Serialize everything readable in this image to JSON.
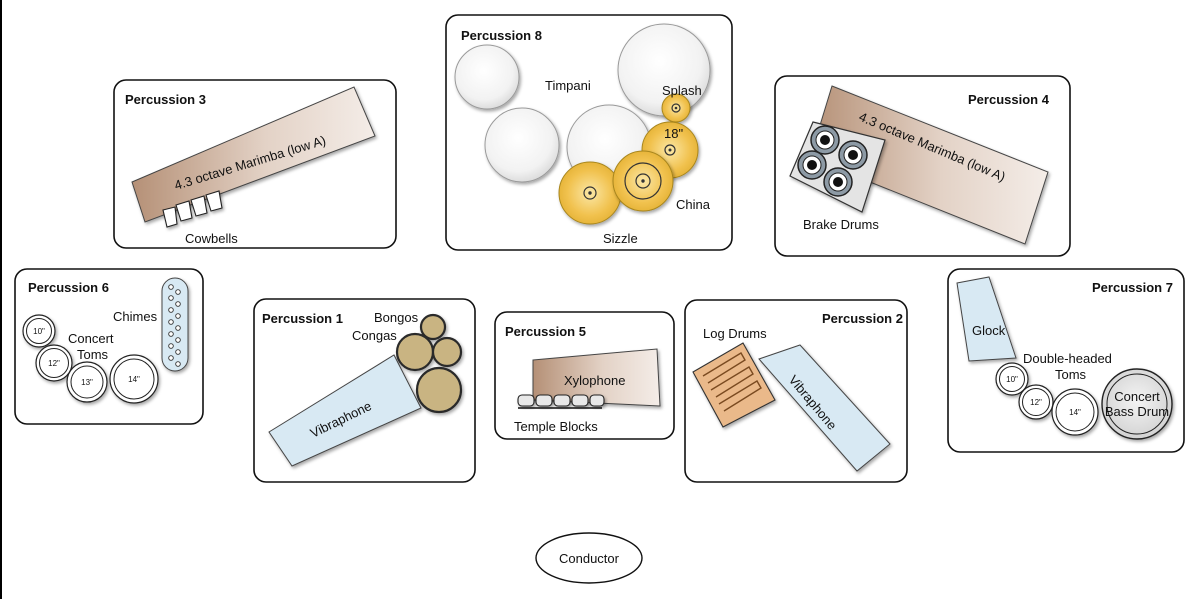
{
  "groups": {
    "p1": {
      "title": "Percussion 1",
      "vibraphone": "Vibraphone",
      "bongos": "Bongos",
      "congas": "Congas"
    },
    "p2": {
      "title": "Percussion 2",
      "log_drums": "Log Drums",
      "vibraphone": "Vibraphone"
    },
    "p3": {
      "title": "Percussion 3",
      "marimba": "4.3 octave Marimba (low A)",
      "cowbells": "Cowbells"
    },
    "p4": {
      "title": "Percussion 4",
      "marimba": "4.3 octave Marimba (low A)",
      "brake_drums": "Brake Drums"
    },
    "p5": {
      "title": "Percussion 5",
      "xylophone": "Xylophone",
      "temple_blocks": "Temple Blocks"
    },
    "p6": {
      "title": "Percussion 6",
      "chimes": "Chimes",
      "concert": "Concert",
      "toms": "Toms",
      "tom_sizes": [
        "10\"",
        "12\"",
        "13\"",
        "14\""
      ]
    },
    "p7": {
      "title": "Percussion 7",
      "glock": "Glock",
      "double_headed": "Double-headed",
      "toms": "Toms",
      "bass_drum_1": "Concert",
      "bass_drum_2": "Bass Drum",
      "tom_sizes": [
        "10\"",
        "12\"",
        "14\""
      ]
    },
    "p8": {
      "title": "Percussion 8",
      "timpani": "Timpani",
      "splash": "Splash",
      "cymbal_18": "18\"",
      "china": "China",
      "sizzle": "Sizzle"
    }
  },
  "conductor": "Conductor",
  "colors": {
    "wood_light": "#e3d2c6",
    "wood_dark": "#b59076",
    "vibe": "#d8e9f3",
    "cymbal": "#f1c24f",
    "conga": "#c9b482"
  }
}
